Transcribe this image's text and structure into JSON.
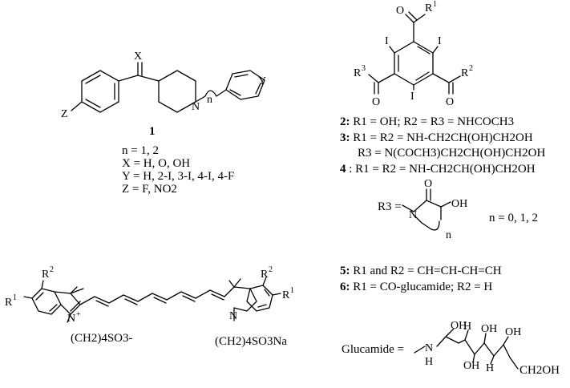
{
  "compound1": {
    "label": "1",
    "atoms": {
      "x": "X",
      "z": "Z",
      "n_atom": "N",
      "n_sub": "n",
      "y": "Y"
    },
    "definitions": [
      "n = 1, 2",
      "X = H, O, OH",
      "Y = H, 2-I, 3-I, 4-I, 4-F",
      "Z = F, NO2"
    ]
  },
  "iodinated": {
    "atoms": {
      "o": "O",
      "i": "I",
      "r": "R",
      "one": "1",
      "two": "2",
      "three": "3"
    }
  },
  "legend": {
    "c2_num": "2:",
    "c2_text": "R1 = OH; R2 = R3 = NHCOCH3",
    "c3_num": "3:",
    "c3_text": "R1 = R2 = NH-CH2CH(OH)CH2OH",
    "c3_text2": "R3 = N(COCH3)CH2CH(OH)CH2OH",
    "c4_num": "4",
    "c4_text": ": R1 = R2 = NH-CH2CH(OH)CH2OH"
  },
  "lactam": {
    "r3_eq": "R3 =",
    "o": "O",
    "oh": "OH",
    "n_atom": "N",
    "n_sub": "n",
    "n_values": "n = 0, 1, 2"
  },
  "cyanine": {
    "atoms": {
      "r": "R",
      "one": "1",
      "two": "2",
      "n_atom": "N",
      "plus": "+",
      "na": "Na"
    },
    "left_chain": "(CH2)4SO3-",
    "right_chain": "(CH2)4SO3Na"
  },
  "legend2": {
    "c5_num": "5:",
    "c5_text": "R1 and R2 = CH=CH-CH=CH",
    "c6_num": "6:",
    "c6_text": "R1 = CO-glucamide; R2 = H"
  },
  "glucamide": {
    "label": "Glucamide =",
    "n_atom": "N",
    "h": "H",
    "oh": "OH",
    "ch2oh": "CH2OH"
  }
}
